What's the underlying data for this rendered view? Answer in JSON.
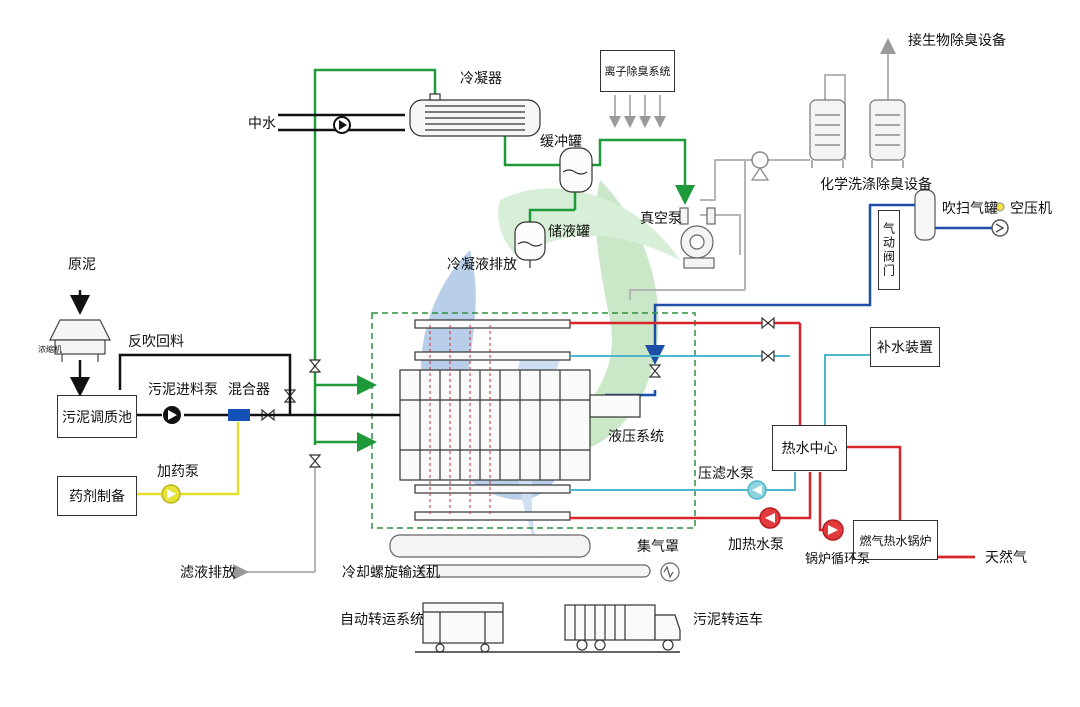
{
  "labels": {
    "raw_sludge": "原泥",
    "sludge_conditioning_tank": "污泥调质池",
    "back_blow_return": "反吹回料",
    "sludge_feed_pump": "污泥进料泵",
    "mixer": "混合器",
    "chemical_preparation": "药剂制备",
    "dosing_pump": "加药泵",
    "filtrate_discharge": "滤液排放",
    "cooling_screw_conveyor": "冷却螺旋输送机",
    "auto_transfer_system": "自动转运系统",
    "sludge_transport_truck": "污泥转运车",
    "reclaimed_water": "中水",
    "condenser": "冷凝器",
    "buffer_tank": "缓冲罐",
    "storage_tank": "储液罐",
    "condensate_discharge": "冷凝液排放",
    "ion_deodorization": "离子除臭系统",
    "vacuum_pump": "真空泵",
    "to_bio_deodorization": "接生物除臭设备",
    "chemical_scrubber": "化学洗涤除臭设备",
    "purge_tank": "吹扫气罐",
    "air_compressor": "空压机",
    "pneumatic_valve": "气动阀门",
    "makeup_water_device": "补水装置",
    "hydraulic_system": "液压系统",
    "hot_water_center": "热水中心",
    "press_filter_pump": "压滤水泵",
    "heating_pump": "加热水泵",
    "gas_hood": "集气罩",
    "boiler_circulation_pump": "锅炉循环泵",
    "gas_hot_water_boiler": "燃气热水锅炉",
    "natural_gas": "天然气",
    "thickener_tag": "浓缩机"
  },
  "colors": {
    "green_line": "#1f9a3a",
    "red_line": "#d6262b",
    "cyan_line": "#4fb6c9",
    "blue_line": "#1d4fa8",
    "yellow_line": "#e3df2e",
    "grey_line": "#b5b5b5",
    "black_line": "#111111",
    "hood_dash": "#2f8f3f",
    "mixer_fill": "#1452b8"
  },
  "icons": [
    "pump-icon",
    "valve-icon",
    "tank-icon",
    "fan-icon",
    "compressor-icon",
    "filter-press-icon",
    "truck-icon",
    "watermark-logo"
  ]
}
